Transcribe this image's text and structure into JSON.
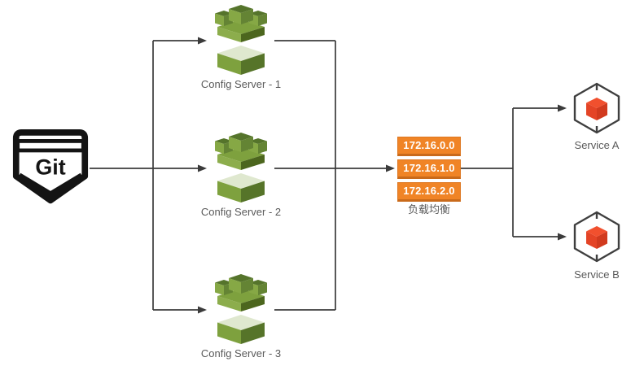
{
  "git": {
    "label": "Git",
    "icon": "git-badge-icon"
  },
  "config_servers": [
    {
      "label": "Config Server - 1",
      "icon": "green-stack-cube-icon"
    },
    {
      "label": "Config Server - 2",
      "icon": "green-stack-cube-icon"
    },
    {
      "label": "Config Server - 3",
      "icon": "green-stack-cube-icon"
    }
  ],
  "load_balancer": {
    "label": "负载均衡",
    "ips": [
      "172.16.0.0",
      "172.16.1.0",
      "172.16.2.0"
    ],
    "icon": "ip-address-stack"
  },
  "services": [
    {
      "label": "Service A",
      "icon": "container-cube-icon"
    },
    {
      "label": "Service B",
      "icon": "container-cube-icon"
    }
  ],
  "colors": {
    "wire": "#3b3b3b",
    "lb_fill": "#F08426",
    "lb_border": "#C96A1B",
    "green_dark": "#4C661E",
    "green_mid": "#648434",
    "green_light": "#86A845",
    "green_pale": "#DFE8CF",
    "service_cube_top": "#F1502E",
    "service_cube_left": "#E44426",
    "service_cube_right": "#D13A1E",
    "label_text": "#5a5a5a"
  }
}
